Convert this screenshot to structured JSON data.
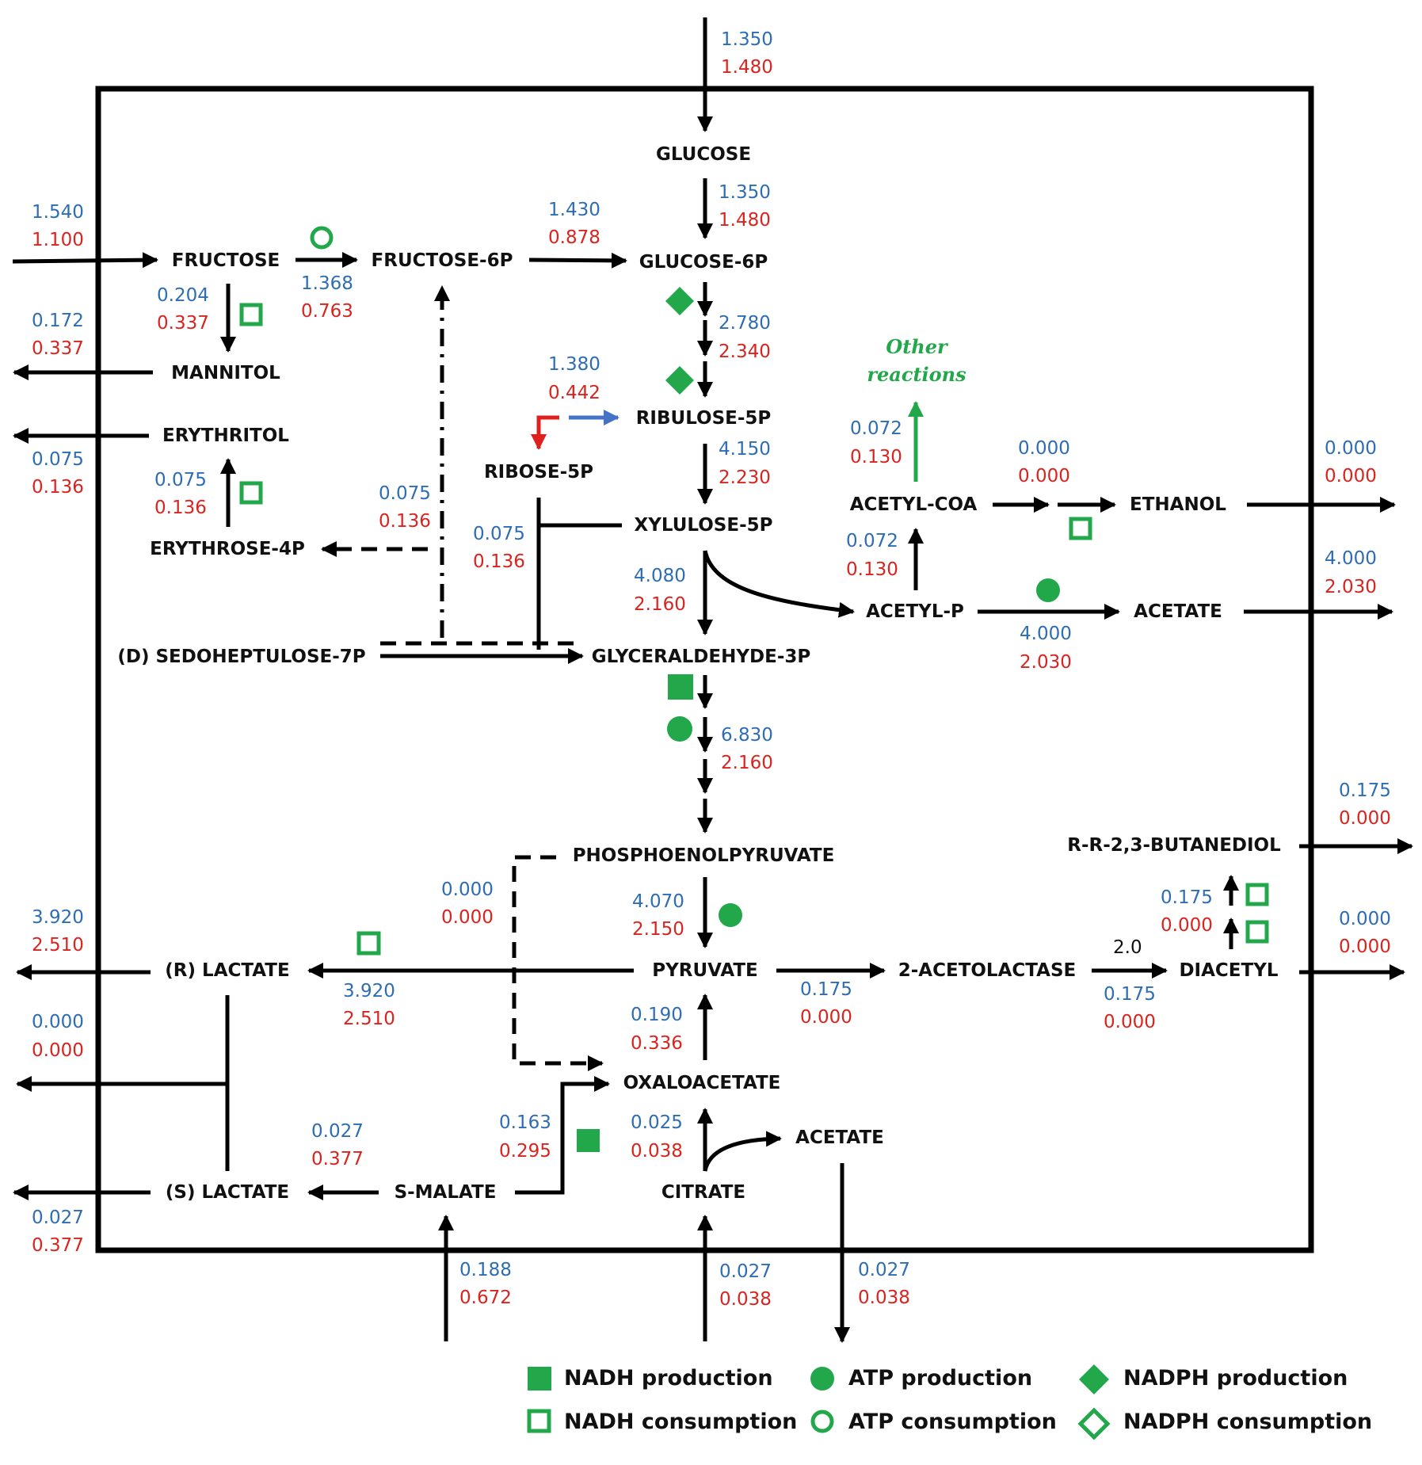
{
  "colors": {
    "blue_value": "#2e6db3",
    "red_value": "#d9241f",
    "marker_green": "#22a84a",
    "line": "#000000"
  },
  "nodes": {
    "glucose": "GLUCOSE",
    "fructose": "FRUCTOSE",
    "fructose_6p": "FRUCTOSE-6P",
    "glucose_6p": "GLUCOSE-6P",
    "mannitol": "MANNITOL",
    "erythritol": "ERYTHRITOL",
    "ribulose_5p": "RIBULOSE-5P",
    "ribose_5p": "RIBOSE-5P",
    "erythrose_4p": "ERYTHROSE-4P",
    "xylulose_5p": "XYLULOSE-5P",
    "acetyl_coa": "ACETYL-COA",
    "ethanol": "ETHANOL",
    "acetyl_p": "ACETYL-P",
    "acetate_top": "ACETATE",
    "sedoheptulose_7p": "(D) SEDOHEPTULOSE-7P",
    "glyceraldehyde_3p": "GLYCERALDEHYDE-3P",
    "phosphoenolpyruvate": "PHOSPHOENOLPYRUVATE",
    "r_r_butanediol": "R-R-2,3-BUTANEDIOL",
    "r_lactate": "(R) LACTATE",
    "pyruvate": "PYRUVATE",
    "acetolactase": "2-ACETOLACTASE",
    "diacetyl": "DIACETYL",
    "oxaloacetate": "OXALOACETATE",
    "acetate_bottom": "ACETATE",
    "s_lactate": "(S) LACTATE",
    "s_malate": "S-MALATE",
    "citrate": "CITRATE"
  },
  "other_reactions": {
    "line1": "Other",
    "line2": "reactions"
  },
  "fluxes": {
    "glucose_in": {
      "blue": "1.350",
      "red": "1.480"
    },
    "glucose_to_g6p": {
      "blue": "1.350",
      "red": "1.480"
    },
    "fructose_in": {
      "blue": "1.540",
      "red": "1.100"
    },
    "fructose_to_f6p": {
      "blue": "1.368",
      "red": "0.763"
    },
    "f6p_to_g6p": {
      "blue": "1.430",
      "red": "0.878"
    },
    "fructose_to_mannitol": {
      "blue": "0.204",
      "red": "0.337"
    },
    "mannitol_out": {
      "blue": "0.172",
      "red": "0.337"
    },
    "g6p_to_ribulose": {
      "blue": "2.780",
      "red": "2.340"
    },
    "ribulose_to_ribose": {
      "blue": "1.380",
      "red": "0.442"
    },
    "ribulose_to_xylulose": {
      "blue": "4.150",
      "red": "2.230"
    },
    "erythritol_out": {
      "blue": "0.075",
      "red": "0.136"
    },
    "erythrose_to_erythritol": {
      "blue": "0.075",
      "red": "0.136"
    },
    "transketolase_dash": {
      "blue": "0.075",
      "red": "0.136"
    },
    "ribose_branch": {
      "blue": "0.075",
      "red": "0.136"
    },
    "xylulose_to_g3p": {
      "blue": "4.080",
      "red": "2.160"
    },
    "acetyl_coa_other": {
      "blue": "0.072",
      "red": "0.130"
    },
    "acetyl_p_to_coa": {
      "blue": "0.072",
      "red": "0.130"
    },
    "acetyl_coa_to_ethanol": {
      "blue": "0.000",
      "red": "0.000"
    },
    "ethanol_out": {
      "blue": "0.000",
      "red": "0.000"
    },
    "acetyl_p_to_acetate": {
      "blue": "4.000",
      "red": "2.030"
    },
    "acetate_out": {
      "blue": "4.000",
      "red": "2.030"
    },
    "g3p_to_pep": {
      "blue": "6.830",
      "red": "2.160"
    },
    "butanediol_out": {
      "blue": "0.175",
      "red": "0.000"
    },
    "diacetyl_to_butanediol": {
      "blue": "0.175",
      "red": "0.000"
    },
    "diacetyl_out": {
      "blue": "0.000",
      "red": "0.000"
    },
    "pep_to_oxaloacetate": {
      "blue": "0.000",
      "red": "0.000"
    },
    "pep_to_pyruvate": {
      "blue": "4.070",
      "red": "2.150"
    },
    "r_lactate_out": {
      "blue": "3.920",
      "red": "2.510"
    },
    "pyruvate_to_r_lactate": {
      "blue": "3.920",
      "red": "2.510"
    },
    "pyruvate_to_acetolactase": {
      "blue": "0.175",
      "red": "0.000"
    },
    "acetolactase_to_diacetyl": {
      "black": "2.0",
      "blue": "0.175",
      "red": "0.000"
    },
    "lactate_mid_out": {
      "blue": "0.000",
      "red": "0.000"
    },
    "oxaloacetate_to_pyruvate": {
      "blue": "0.190",
      "red": "0.336"
    },
    "malate_to_oxaloacetate": {
      "blue": "0.163",
      "red": "0.295"
    },
    "citrate_to_oxaloacetate": {
      "blue": "0.025",
      "red": "0.038"
    },
    "malate_to_s_lactate": {
      "blue": "0.027",
      "red": "0.377"
    },
    "s_lactate_out": {
      "blue": "0.027",
      "red": "0.377"
    },
    "malate_in": {
      "blue": "0.188",
      "red": "0.672"
    },
    "citrate_in": {
      "blue": "0.027",
      "red": "0.038"
    },
    "acetate_bottom_out": {
      "blue": "0.027",
      "red": "0.038"
    }
  },
  "legend": {
    "nadh_production": "NADH production",
    "nadh_consumption": "NADH consumption",
    "atp_production": "ATP production",
    "atp_consumption": "ATP consumption",
    "nadph_production": "NADPH production",
    "nadph_consumption": "NADPH consumption"
  }
}
